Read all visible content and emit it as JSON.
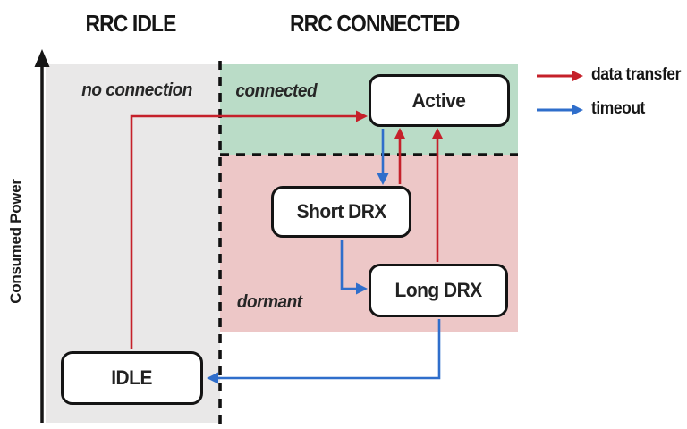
{
  "titles": {
    "left": "RRC IDLE",
    "right": "RRC CONNECTED"
  },
  "y_axis": {
    "label": "Consumed Power"
  },
  "regions": {
    "no_connection": {
      "label": "no connection",
      "color": "#e9e8e8"
    },
    "connected": {
      "label": "connected",
      "color": "#badcc7"
    },
    "dormant": {
      "label": "dormant",
      "color": "#edc7c7"
    }
  },
  "states": {
    "active": {
      "label": "Active"
    },
    "short_drx": {
      "label": "Short DRX"
    },
    "long_drx": {
      "label": "Long DRX"
    },
    "idle": {
      "label": "IDLE"
    }
  },
  "legend": [
    {
      "label": "data transfer",
      "color": "#c5202a"
    },
    {
      "label": "timeout",
      "color": "#2f6ecb"
    }
  ],
  "transitions": [
    {
      "from": "IDLE",
      "to": "Active",
      "type": "data transfer"
    },
    {
      "from": "Active",
      "to": "Short DRX",
      "type": "timeout"
    },
    {
      "from": "Short DRX",
      "to": "Active",
      "type": "data transfer"
    },
    {
      "from": "Short DRX",
      "to": "Long DRX",
      "type": "timeout"
    },
    {
      "from": "Long DRX",
      "to": "Active",
      "type": "data transfer"
    },
    {
      "from": "Long DRX",
      "to": "IDLE",
      "type": "timeout"
    }
  ]
}
